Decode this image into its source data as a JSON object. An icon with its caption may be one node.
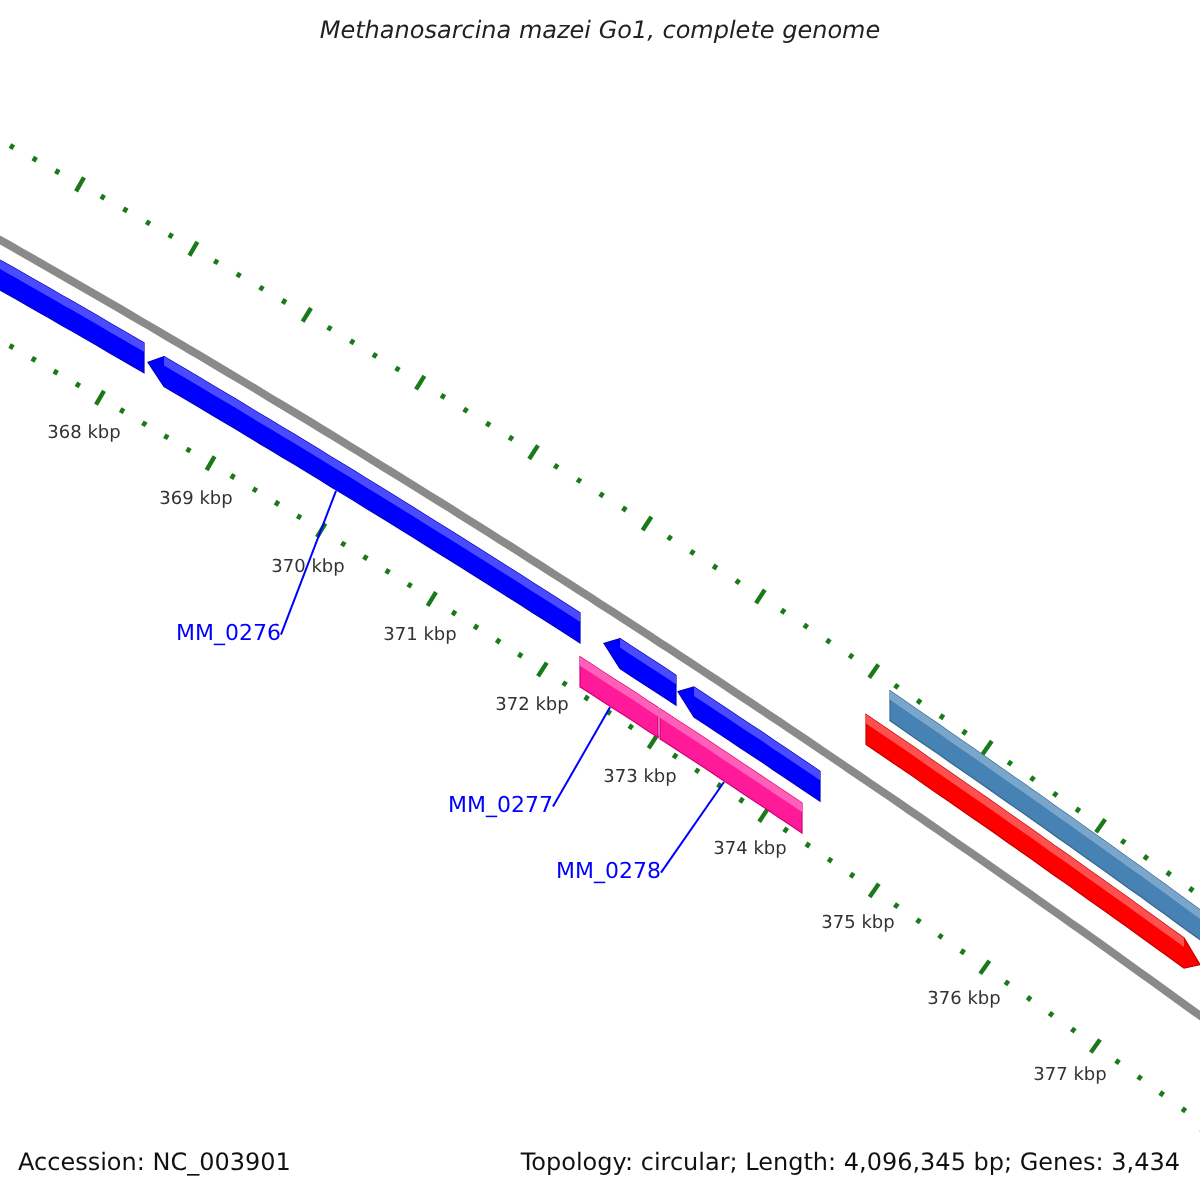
{
  "diagram": {
    "title": "Methanosarcina mazei Go1, complete genome",
    "nodes": [
      {
        "text": [
          "MM_0276"
        ]
      },
      {
        "text": [],
        "shape": "bar"
      },
      {
        "text": [
          "MM_0277"
        ]
      },
      {
        "text": [],
        "shape": "bar"
      },
      {
        "text": [
          "MM_0278"
        ]
      },
      {
        "text": [],
        "shape": "bar"
      }
    ],
    "edges": [
      {
        "from": 0,
        "to": 1,
        "arrow": "none"
      },
      {
        "from": 2,
        "to": 3,
        "arrow": "none"
      },
      {
        "from": 4,
        "to": 5,
        "arrow": "none"
      }
    ],
    "labels": [
      "368 kbp",
      "369 kbp",
      "370 kbp",
      "371 kbp",
      "372 kbp",
      "373 kbp",
      "374 kbp",
      "375 kbp",
      "376 kbp",
      "377 kbp",
      "Accession: NC_003901",
      "Topology: circular; Length: 4,096,345 bp; Genes: 3,434"
    ]
  }
}
